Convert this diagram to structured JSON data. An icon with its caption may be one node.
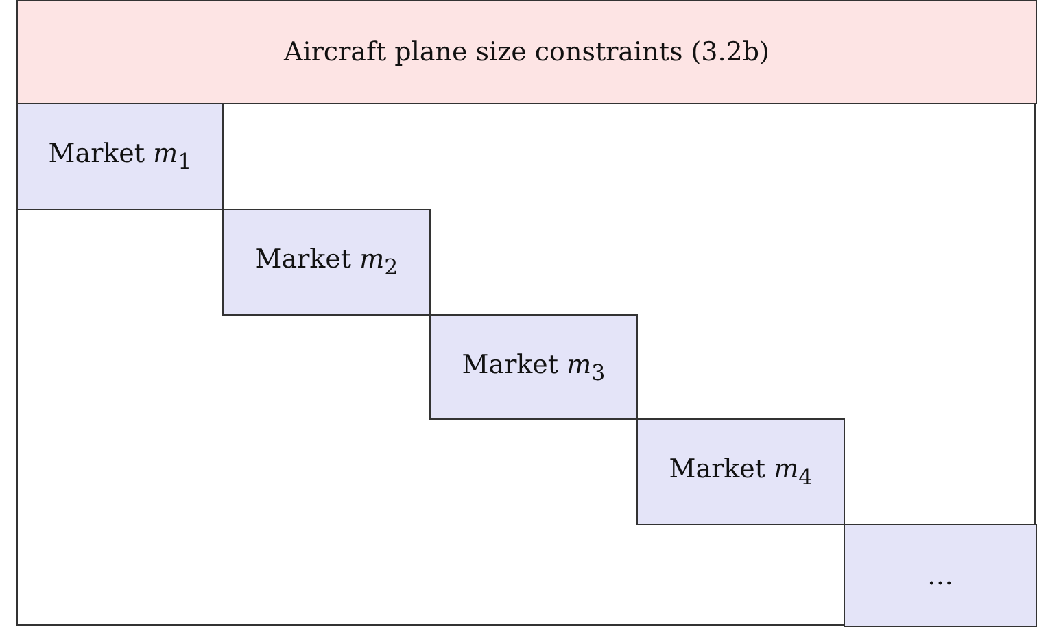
{
  "diagram": {
    "nodes": [
      {
        "text": [
          "Aircraft plane size constraints (3.2b)"
        ]
      },
      {
        "text": [
          "Market *m*$_{1}$"
        ]
      },
      {
        "text": [
          "Market *m*$_{2}$"
        ]
      },
      {
        "text": [
          "Market *m*$_{3}$"
        ]
      },
      {
        "text": [
          "Market *m*$_{4}$"
        ]
      },
      {
        "text": [
          "…"
        ]
      }
    ]
  }
}
